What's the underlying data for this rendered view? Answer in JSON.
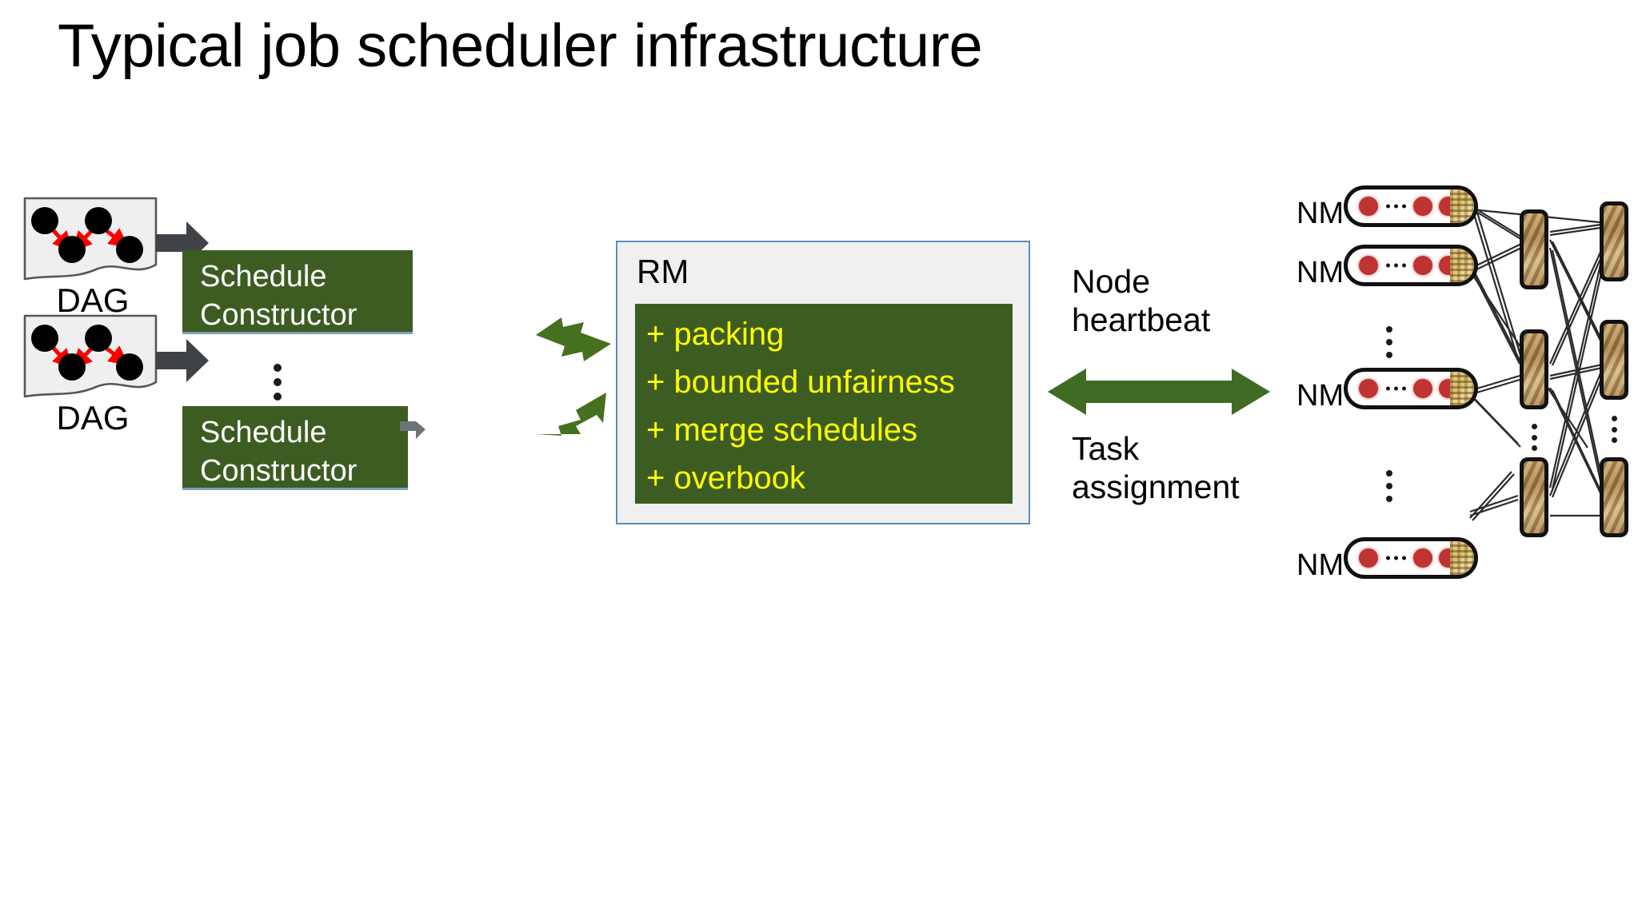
{
  "slide": {
    "title": "Typical job scheduler infrastructure",
    "background_color": "#ffffff"
  },
  "palette": {
    "dark_green": "#3d5c22",
    "arrow_green": "#3f6b24",
    "yellow_text": "#ffff00",
    "panel_border_blue": "#5b8db8",
    "panel_fill": "#f0f0f0",
    "gray_arrow": "#3f4347",
    "dag_fill": "#eeeeee",
    "dag_edge_red": "#ff0000",
    "node_red": "#bf3333"
  },
  "left": {
    "dag_blocks": [
      {
        "caption": "DAG",
        "node_count": 4,
        "edge_count": 3,
        "icon": "dag-document-icon"
      },
      {
        "caption": "DAG",
        "node_count": 4,
        "edge_count": 3,
        "icon": "dag-document-icon"
      }
    ],
    "constructors": [
      {
        "line1": "Schedule",
        "line2": "Constructor"
      },
      {
        "line1": "Schedule",
        "line2": "Constructor"
      }
    ],
    "between_constructors_ellipsis": "vertical-ellipsis-icon",
    "flow_arrow_icon": "gray-block-arrow-right-icon"
  },
  "center": {
    "rm": {
      "label": "RM",
      "features": [
        "+ packing",
        "+ bounded unfairness",
        "+ merge schedules",
        "+ overbook"
      ]
    },
    "link_arrows": [
      {
        "icon": "green-double-arrow-diagonal-icon",
        "direction": "bidirectional"
      },
      {
        "icon": "green-double-arrow-diagonal-icon",
        "direction": "bidirectional"
      }
    ]
  },
  "right": {
    "arrow": {
      "icon": "green-double-arrow-horizontal-icon",
      "direction": "bidirectional",
      "label_above_line1": "Node",
      "label_above_line2": "heartbeat",
      "label_below_line1": "Task",
      "label_below_line2": "assignment"
    },
    "cluster": {
      "node_label": "NM",
      "nodes": [
        {
          "label": "NM",
          "cores": 3,
          "ellipsis": "···"
        },
        {
          "label": "NM",
          "cores": 3,
          "ellipsis": "···"
        },
        {
          "label": "NM",
          "cores": 3,
          "ellipsis": "···"
        },
        {
          "label": "NM",
          "cores": 3,
          "ellipsis": "···"
        }
      ],
      "vertical_ellipses_count": 4,
      "switch_count": 6,
      "switch_icon": "network-switch-icon"
    }
  }
}
